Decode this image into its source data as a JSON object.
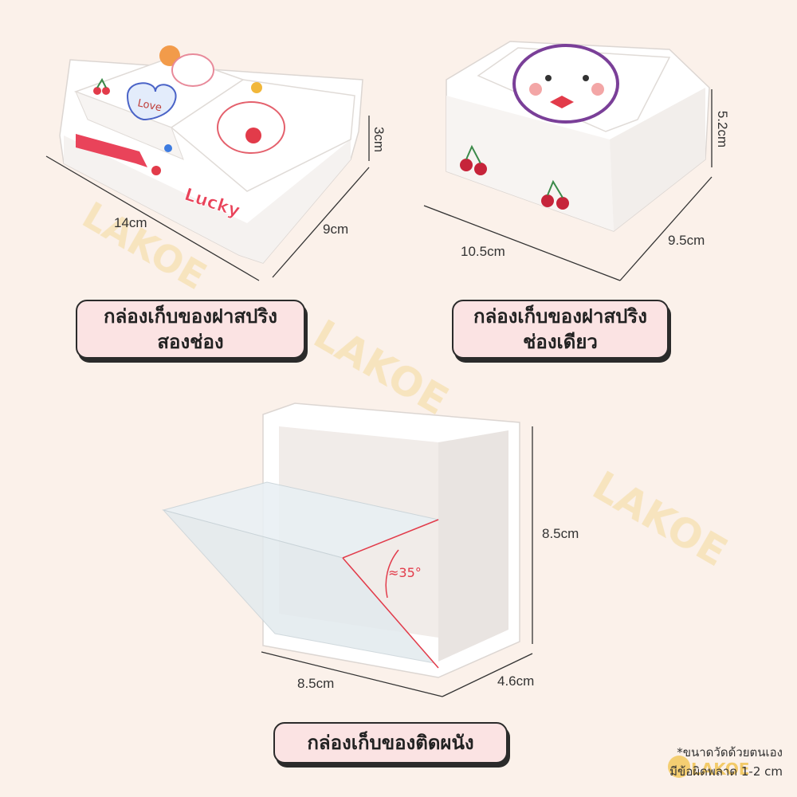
{
  "products": {
    "double": {
      "label_line1": "กล่องเก็บของฝาสปริง",
      "label_line2": "สองช่อง",
      "length": "14cm",
      "width": "9cm",
      "height": "3cm",
      "sticker_word": "Lucky",
      "heart_word": "Love"
    },
    "single": {
      "label_line1": "กล่องเก็บของฝาสปริง",
      "label_line2": "ช่องเดียว",
      "length": "10.5cm",
      "width": "9.5cm",
      "height": "5.2cm"
    },
    "wall": {
      "label": "กล่องเก็บของติดผนัง",
      "width": "8.5cm",
      "depth": "4.6cm",
      "height": "8.5cm",
      "angle": "≈35°"
    }
  },
  "watermark": "LAKOE",
  "footnote": {
    "line1": "*ขนาดวัดด้วยตนเอง",
    "line2": "มีข้อผิดพลาด 1-2 cm"
  },
  "colors": {
    "background": "#fbf1ea",
    "pill_fill": "#fbe3e3",
    "accent_red": "#e23b4a",
    "watermark": "#f1d48a"
  }
}
